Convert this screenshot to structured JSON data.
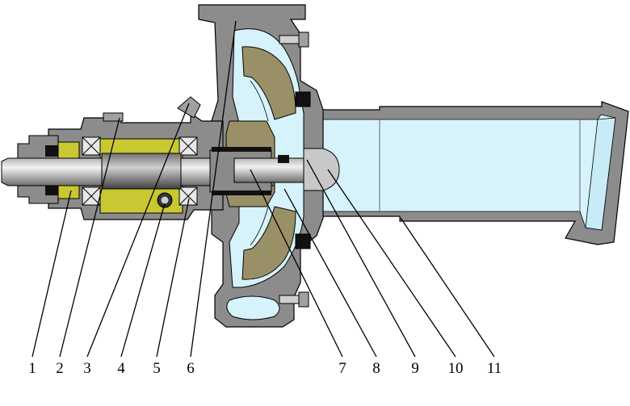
{
  "colors": {
    "casing": "#8c8c8c",
    "casing_dark": "#5a5a5a",
    "fluid": "#d6f2fb",
    "impeller": "#9a9068",
    "oil": "#c8c832",
    "shaft_light": "#d9d9d9",
    "outline": "#000000"
  },
  "callouts": [
    {
      "id": "1",
      "label": "1"
    },
    {
      "id": "2",
      "label": "2"
    },
    {
      "id": "3",
      "label": "3"
    },
    {
      "id": "4",
      "label": "4"
    },
    {
      "id": "5",
      "label": "5"
    },
    {
      "id": "6",
      "label": "6"
    },
    {
      "id": "7",
      "label": "7"
    },
    {
      "id": "8",
      "label": "8"
    },
    {
      "id": "9",
      "label": "9"
    },
    {
      "id": "10",
      "label": "10"
    },
    {
      "id": "11",
      "label": "11"
    }
  ]
}
